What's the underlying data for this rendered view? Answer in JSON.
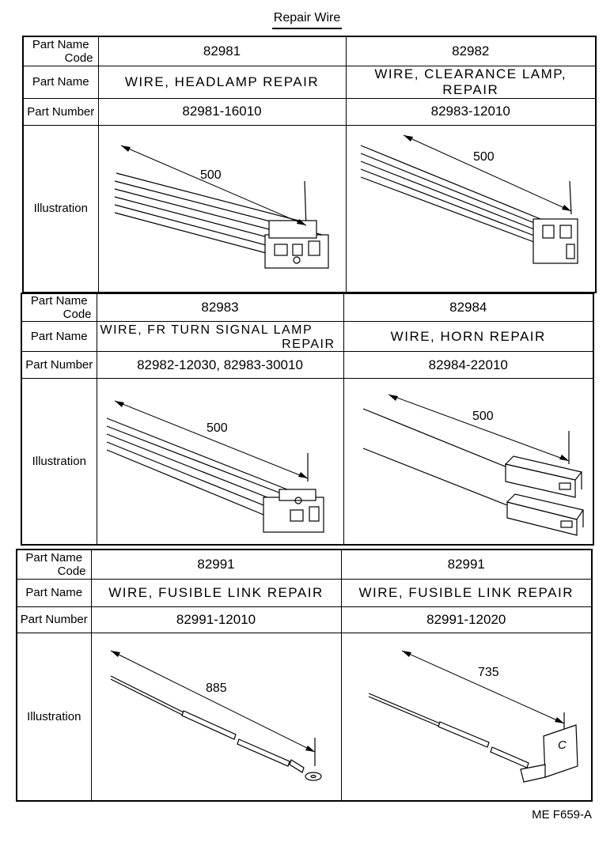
{
  "title": "Repair Wire",
  "labels": {
    "code_line1": "Part Name",
    "code_line2": "Code",
    "name": "Part Name",
    "number": "Part Number",
    "illustration": "Illustration"
  },
  "blocks": [
    {
      "items": [
        {
          "code": "82981",
          "name": "WIRE, HEADLAMP REPAIR",
          "number": "82981-16010",
          "dimension": "500",
          "illustration": "wire-bundle-connector-icon"
        },
        {
          "code": "82982",
          "name": "WIRE, CLEARANCE LAMP, REPAIR",
          "number": "82983-12010",
          "dimension": "500",
          "illustration": "wire-bundle-connector-icon"
        }
      ]
    },
    {
      "items": [
        {
          "code": "82983",
          "name_line1": "WIRE, FR TURN SIGNAL LAMP",
          "name_line2": "REPAIR",
          "number": "82982-12030, 82983-30010",
          "dimension": "500",
          "illustration": "wire-bundle-connector-icon"
        },
        {
          "code": "82984",
          "name": "WIRE, HORN REPAIR",
          "number": "82984-22010",
          "dimension": "500",
          "illustration": "twin-wire-terminal-icon"
        }
      ]
    },
    {
      "items": [
        {
          "code": "82991",
          "name": "WIRE, FUSIBLE LINK REPAIR",
          "number": "82991-12010",
          "dimension": "885",
          "illustration": "fusible-link-ring-terminal-icon"
        },
        {
          "code": "82991",
          "name": "WIRE, FUSIBLE LINK REPAIR",
          "number": "82991-12020",
          "dimension": "735",
          "illustration": "fusible-link-bracket-icon"
        }
      ]
    }
  ],
  "bracket_mark": "C",
  "figure_ref": "ME F659-A"
}
